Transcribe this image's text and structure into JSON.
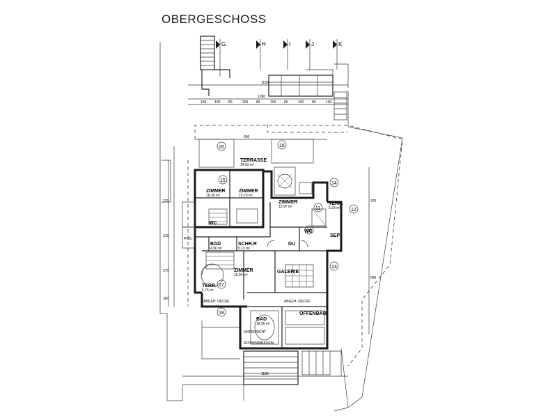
{
  "title": "OBERGESCHOSS",
  "axis_labels": [
    "G",
    "H",
    "I",
    "J",
    "K"
  ],
  "dimensions": {
    "top_row1": "1180",
    "top_row2": "1090",
    "top_row3": "690",
    "bottom_row": "1180",
    "segments": [
      "155",
      "100",
      "80",
      "100",
      "80",
      "100",
      "80",
      "100",
      "80",
      "100"
    ],
    "left_side": [
      "270",
      "310",
      "270",
      "300"
    ],
    "right_side": [
      "375",
      "680"
    ]
  },
  "rooms": [
    {
      "name": "TERRASSE",
      "area": "14.63 m²"
    },
    {
      "name": "ZIMMER",
      "area": "16.39 m²"
    },
    {
      "name": "ZIMMER",
      "area": "15.70 m²"
    },
    {
      "name": "ZIMMER",
      "area": "15.97 m²"
    },
    {
      "name": "TERR.",
      "area": "5.33 m²"
    },
    {
      "name": "WC",
      "area": ""
    },
    {
      "name": "WC",
      "area": ""
    },
    {
      "name": "BAD",
      "area": "4.96 m²"
    },
    {
      "name": "SCHR.R",
      "area": "5.13 m²"
    },
    {
      "name": "DU",
      "area": ""
    },
    {
      "name": "SEP",
      "area": ""
    },
    {
      "name": "ZIMMER",
      "area": "16.54 m²"
    },
    {
      "name": "GALERIE",
      "area": ""
    },
    {
      "name": "TERR.",
      "area": "6.76 m²"
    },
    {
      "name": "BAD",
      "area": "18.56 m²"
    },
    {
      "name": "OFFENBAR",
      "area": ""
    }
  ],
  "position_numbers": [
    "16",
    "16",
    "15",
    "14",
    "11",
    "12",
    "10",
    "13",
    "17",
    "18"
  ],
  "annotations": [
    "SCHWIMMBASSIN",
    "ABGEH. DECKE",
    "ABGEH. DECKE",
    "UNTERSICHT"
  ],
  "scale_text": "POS."
}
